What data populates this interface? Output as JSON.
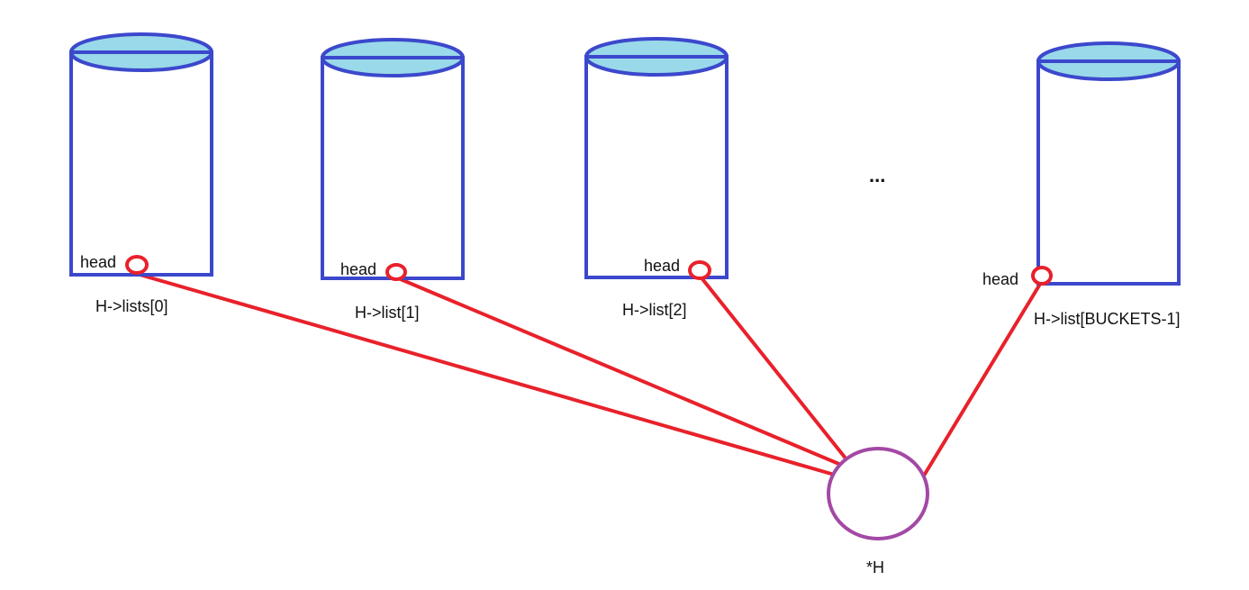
{
  "colors": {
    "bucket_stroke": "#3c48cc",
    "bucket_top_fill": "#99d9ea",
    "head_stroke": "#e8212b",
    "link_line": "#e8212b",
    "hash_node_stroke": "#a349a4"
  },
  "buckets": [
    {
      "head_label": "head",
      "caption": "H->lists[0]"
    },
    {
      "head_label": "head",
      "caption": "H->list[1]"
    },
    {
      "head_label": "head",
      "caption": "H->list[2]"
    },
    {
      "head_label": "head",
      "caption": "H->list[BUCKETS-1]"
    }
  ],
  "ellipsis": "...",
  "hash_node": {
    "label": "*H"
  }
}
